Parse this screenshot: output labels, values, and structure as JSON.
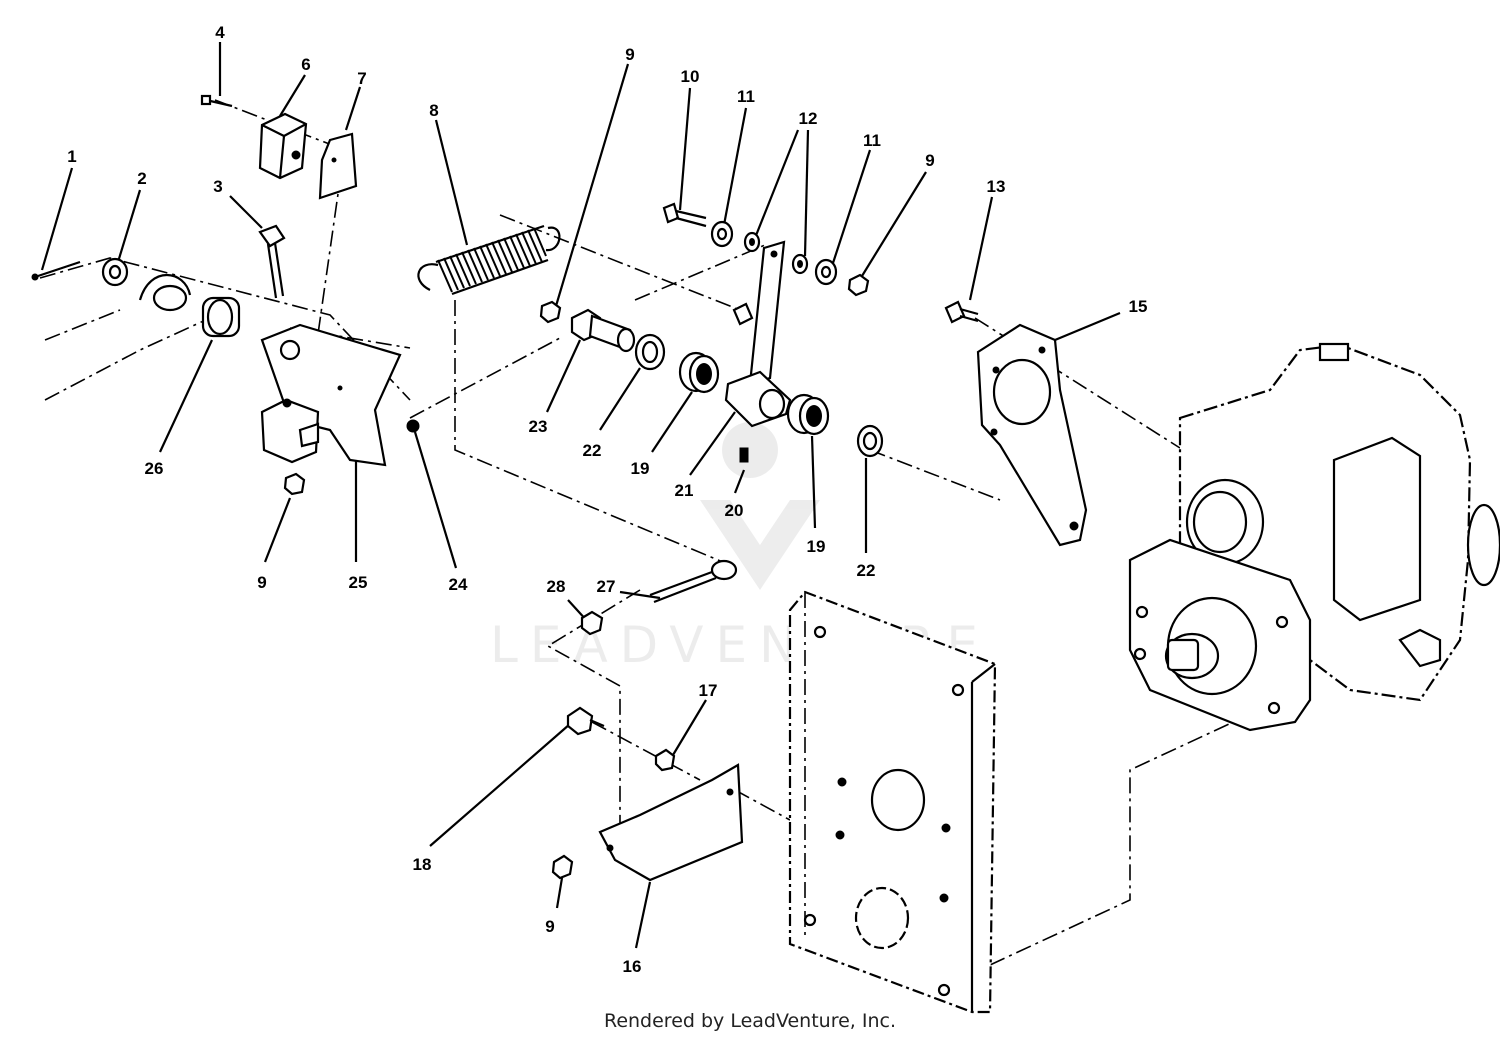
{
  "diagram": {
    "callouts": [
      {
        "id": "c1",
        "text": "1"
      },
      {
        "id": "c2",
        "text": "2"
      },
      {
        "id": "c3",
        "text": "3"
      },
      {
        "id": "c4",
        "text": "4"
      },
      {
        "id": "c6",
        "text": "6"
      },
      {
        "id": "c7",
        "text": "7"
      },
      {
        "id": "c8",
        "text": "8"
      },
      {
        "id": "c9a",
        "text": "9"
      },
      {
        "id": "c10",
        "text": "10"
      },
      {
        "id": "c11a",
        "text": "11"
      },
      {
        "id": "c12",
        "text": "12"
      },
      {
        "id": "c11b",
        "text": "11"
      },
      {
        "id": "c9b",
        "text": "9"
      },
      {
        "id": "c13",
        "text": "13"
      },
      {
        "id": "c15",
        "text": "15"
      },
      {
        "id": "c26",
        "text": "26"
      },
      {
        "id": "c23",
        "text": "23"
      },
      {
        "id": "c22a",
        "text": "22"
      },
      {
        "id": "c19a",
        "text": "19"
      },
      {
        "id": "c21",
        "text": "21"
      },
      {
        "id": "c20",
        "text": "20"
      },
      {
        "id": "c19b",
        "text": "19"
      },
      {
        "id": "c22b",
        "text": "22"
      },
      {
        "id": "c9c",
        "text": "9"
      },
      {
        "id": "c25",
        "text": "25"
      },
      {
        "id": "c24",
        "text": "24"
      },
      {
        "id": "c28",
        "text": "28"
      },
      {
        "id": "c27",
        "text": "27"
      },
      {
        "id": "c17",
        "text": "17"
      },
      {
        "id": "c18",
        "text": "18"
      },
      {
        "id": "c9d",
        "text": "9"
      },
      {
        "id": "c16",
        "text": "16"
      }
    ],
    "watermark": "LEADVENTURE",
    "footer": "Rendered by LeadVenture, Inc."
  }
}
